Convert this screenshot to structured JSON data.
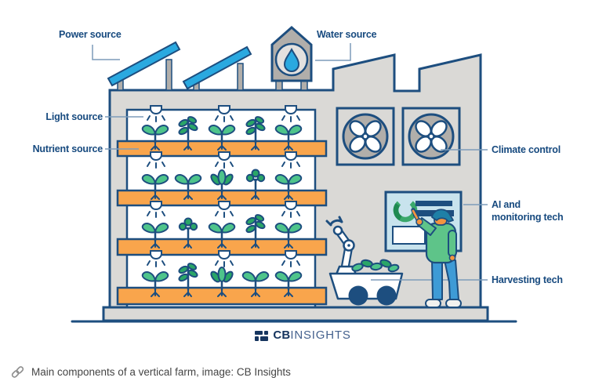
{
  "figure": {
    "labels": {
      "power": "Power source",
      "water": "Water source",
      "light": "Light source",
      "nutrient": "Nutrient source",
      "climate": "Climate control",
      "ai": "AI and monitoring tech",
      "harvest": "Harvesting tech"
    },
    "logo": {
      "cb": "CB",
      "insights": "INSIGHTS"
    }
  },
  "caption": {
    "text": "Main components of a vertical farm, image: CB Insights"
  },
  "icons": {
    "caption_link": "link-icon",
    "logo_mark": "cb-insights-logo-mark-icon",
    "solar_panels": "solar-panel-icon",
    "water_tank": "water-tank-icon",
    "grow_light": "grow-light-icon",
    "plants": "plant-icon",
    "fans": "fan-icon",
    "monitor": "monitor-icon",
    "robot_cart": "harvest-robot-icon",
    "person": "farmer-person"
  },
  "colors": {
    "navy": "#1d4e7f",
    "orange": "#f9a54c",
    "sky": "#2aa9e0",
    "building_gray": "#dad9d6",
    "mid_gray": "#b1aeaa",
    "leaf_a": "#4ec48b",
    "leaf_b": "#2aa667",
    "sweater": "#5ec489",
    "screen_blue": "#c8e3ed",
    "skin": "#f3953f",
    "hair": "#1f80a7",
    "pants": "#3e9bd6",
    "connector": "#7d9cba",
    "label_navy": "#174a7f",
    "caption_gray": "#454545",
    "logo_dark": "#16355f",
    "logo_mid": "#44618e",
    "donut": "#3aa86b"
  }
}
